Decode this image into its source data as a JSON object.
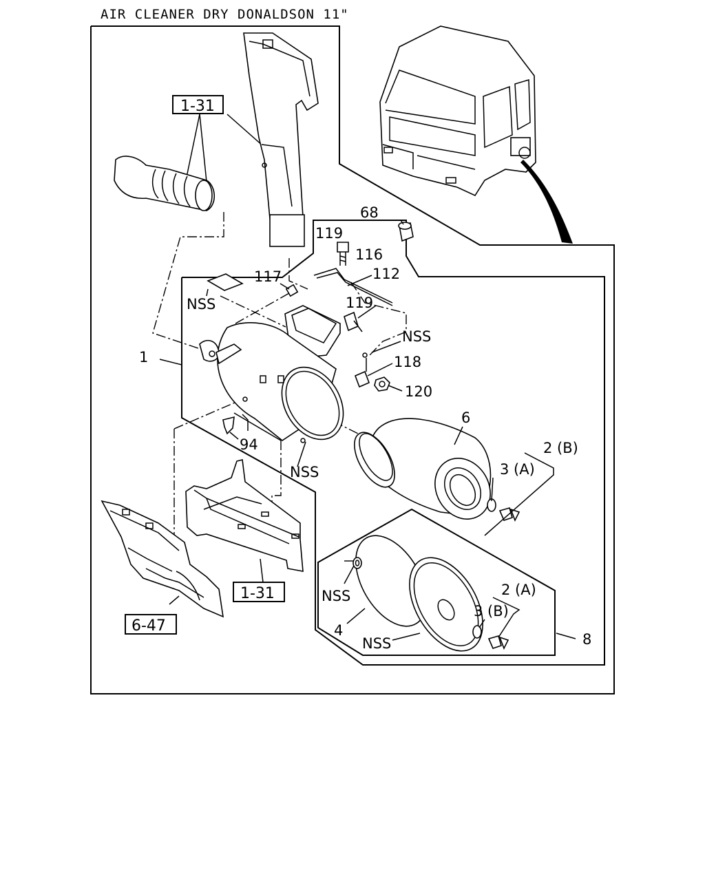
{
  "title": "AIR CLEANER DRY DONALDSON 11\"",
  "refs": {
    "r1": "1-31",
    "r2": "1-31",
    "r3": "6-47"
  },
  "labels": {
    "p68": "68",
    "p119a": "119",
    "p116": "116",
    "p117": "117",
    "p112": "112",
    "nss1": "NSS",
    "p119b": "119",
    "nss2": "NSS",
    "p1": "1",
    "p118": "118",
    "p120": "120",
    "p6": "6",
    "p94": "94",
    "nss3": "NSS",
    "p2b": "2 (B)",
    "p3a": "3 (A)",
    "nss4": "NSS",
    "p2a": "2 (A)",
    "p3b": "3 (B)",
    "p4": "4",
    "nss5": "NSS",
    "p8": "8"
  }
}
